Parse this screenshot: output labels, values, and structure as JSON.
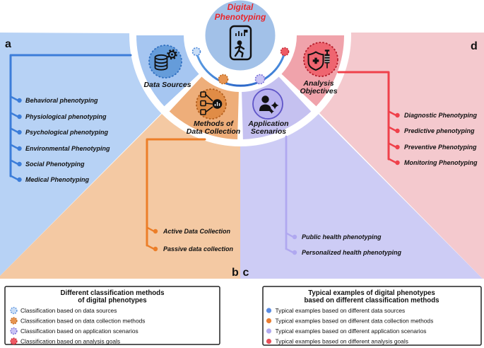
{
  "title": {
    "line1": "Digital",
    "line2": "Phenotyping"
  },
  "panel_labels": {
    "a": "a",
    "b": "b",
    "c": "c",
    "d": "d"
  },
  "sections": {
    "data_sources": {
      "label": "Data Sources",
      "items": [
        "Behavioral phenotyping",
        "Physiological phenotyping",
        "Psychological phenotyping",
        "Environmental Phenotyping",
        "Social Phenotyping",
        "Medical Phenotyping"
      ]
    },
    "methods": {
      "label_line1": "Methods of",
      "label_line2": "Data Collection",
      "items": [
        "Active Data Collection",
        "Passive data collection"
      ]
    },
    "application": {
      "label_line1": "Application",
      "label_line2": "Scenarios",
      "items": [
        "Public health phenotyping",
        "Personalized health phenotyping"
      ]
    },
    "analysis": {
      "label_line1": "Analysis",
      "label_line2": "Objectives",
      "items": [
        "Diagnostic Phenotyping",
        "Predictive phenotyping",
        "Preventive Phenotyping",
        "Monitoring Phenotyping"
      ]
    }
  },
  "legend_left": {
    "title_line1": "Different classification methods",
    "title_line2": "of digital phenotypes",
    "items": [
      "Classification based on data sources",
      "Classification based on data collection methods",
      "Classification based on application scenarios",
      "Classification based on analysis goals"
    ]
  },
  "legend_right": {
    "title_line1": "Typical examples of digital phenotypes",
    "title_line2": "based on different classification methods",
    "items": [
      "Typical examples based on different data sources",
      "Typical examples based on different data collection methods",
      "Typical examples based on different application scenarios",
      "Typical examples based on different analysis goals"
    ]
  },
  "colors": {
    "pale_blue": "#b7d2f5",
    "pale_orange": "#f4c9a3",
    "pale_purple": "#cdccf5",
    "pale_pink": "#f4c9ce",
    "sector_blue": "#a6c6f1",
    "sector_orange": "#eeae7a",
    "sector_purple": "#c5c1f0",
    "sector_red": "#f0a3ab",
    "circle_blue": "#659cda",
    "circle_orange": "#e08c46",
    "circle_purple": "#b9b3ef",
    "circle_red": "#ef6570",
    "center_circle": "#a2c1e8",
    "title_red": "#e9262b",
    "line_blue": "#3c7dd9",
    "line_orange": "#ec7e28",
    "line_purple": "#b0a8f0",
    "line_red": "#ef414b",
    "dot_blue_fill": "#c9def7",
    "dot_orange_fill": "#e79552",
    "dot_purple_fill": "#c9c4f5",
    "dot_red_fill": "#ee5a64",
    "legend_dot_blue": "#5b8ce2",
    "legend_dot_orange": "#ea7e33",
    "legend_dot_purple": "#b2abee",
    "legend_dot_red": "#ea4f59"
  }
}
